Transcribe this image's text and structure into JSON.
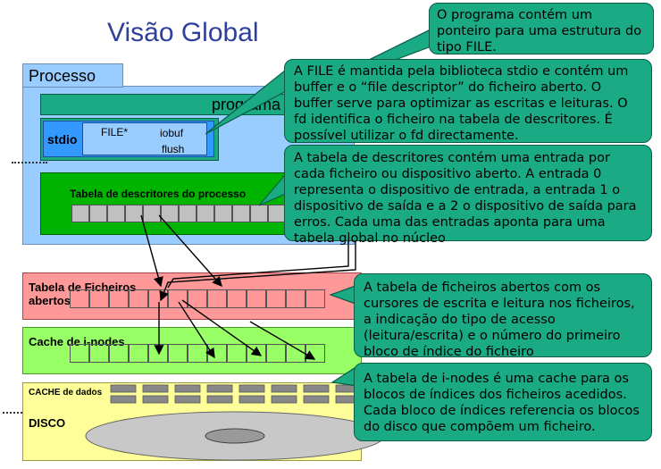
{
  "title": "Visão Global",
  "processo": {
    "label": "Processo",
    "programa": "programa",
    "stdio": "stdio",
    "file_ptr": "FILE*",
    "iobuf": "iobuf",
    "flush": "flush",
    "tabela_descritores": "Tabela de descritores do processo"
  },
  "kernel": {
    "tabela_ficheiros": "Tabela de Ficheiros abertos",
    "cache_inodes": "Cache de i-nodes",
    "cache_dados": "CACHE de dados",
    "disco": "DISCO"
  },
  "callouts": {
    "c1": "O programa contém um ponteiro para uma estrutura do tipo FILE.",
    "c2": "A FILE é mantida pela biblioteca stdio e contém um buffer e o “file descriptor” do ficheiro aberto. O buffer serve para optimizar as escritas e leituras. O fd identifica o ficheiro na tabela de descritores. É possível utilizar o fd directamente.",
    "c3": "A tabela de descritores contém uma entrada por cada ficheiro ou dispositivo aberto. A entrada 0 representa o dispositivo de entrada, a entrada 1 o dispositivo de saída e a 2 o dispositivo de saída para erros. Cada uma das entradas aponta para uma tabela global no núcleo",
    "c4": "A tabela de ficheiros abertos com os cursores de escrita e leitura nos ficheiros, a indicação do tipo de acesso (leitura/escrita) e o número do primeiro bloco de índice do ficheiro",
    "c5": "A tabela de i-nodes é uma cache para os blocos de índices dos ficheiros acedidos. Cada bloco de índices referencia os blocos do disco que compõem um ficheiro."
  },
  "colors": {
    "title": "#2e3f9c",
    "processo": "#99ccff",
    "programa": "#1aab84",
    "stdio": "#3399ff",
    "descritores": "#00b400",
    "ficheiros": "#ff9999",
    "inodes": "#99ff66",
    "dados": "#ffff99",
    "callout": "#1aab84"
  }
}
